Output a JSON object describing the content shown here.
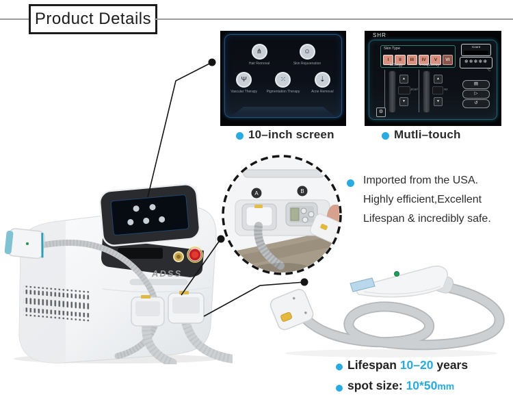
{
  "colors": {
    "accent": "#29abe2",
    "line_gray": "#9d9d9d"
  },
  "header": {
    "title": "Product Details"
  },
  "screens": {
    "screen1": {
      "caption": "10–inch screen",
      "icons": [
        {
          "name": "hair-removal",
          "glyph": "⋔",
          "label": "Hair Removal"
        },
        {
          "name": "skin-rejuvenation",
          "glyph": "☺",
          "label": "Skin Rejuvenation"
        },
        {
          "name": "vascular-therapy",
          "glyph": "Ψ",
          "label": "Vascular Therapy"
        },
        {
          "name": "pigmentation-therapy",
          "glyph": "⁙",
          "label": "Pigmentation Therapy"
        },
        {
          "name": "acne-removal",
          "glyph": "⇣",
          "label": "Acne Removal"
        }
      ]
    },
    "screen2": {
      "caption": "Mutli–touch",
      "title": "SHR",
      "skin_type_label": "Skin Type",
      "skin_types": [
        "I",
        "II",
        "III",
        "IV",
        "V",
        "VI"
      ],
      "energy_label": "Energy",
      "energy_unit": "J/cm²",
      "frequency_label": "Frequency",
      "frequency_unit": "Hz",
      "count_label": "Count",
      "cooling_indicator": "❄❄❄❄❄",
      "temp_unit": "°C",
      "up_glyph": "▲",
      "down_glyph": "▼",
      "save_glyph": "▤",
      "play_glyph": "▷",
      "back_glyph": "↺",
      "gear_glyph": "⚙"
    }
  },
  "device": {
    "brand": "ADSS"
  },
  "callout": {
    "port_a_label": "A",
    "port_b_label": "B"
  },
  "features": {
    "line1": "Imported from the USA.",
    "line2": "Highly efficient,Excellent",
    "line3": "Lifespan & incredibly safe."
  },
  "specs": {
    "lifespan_prefix": "Lifespan ",
    "lifespan_value": "10–20",
    "lifespan_suffix": " years",
    "spot_prefix": "spot size: ",
    "spot_value": "10*50",
    "spot_unit": "mm"
  }
}
